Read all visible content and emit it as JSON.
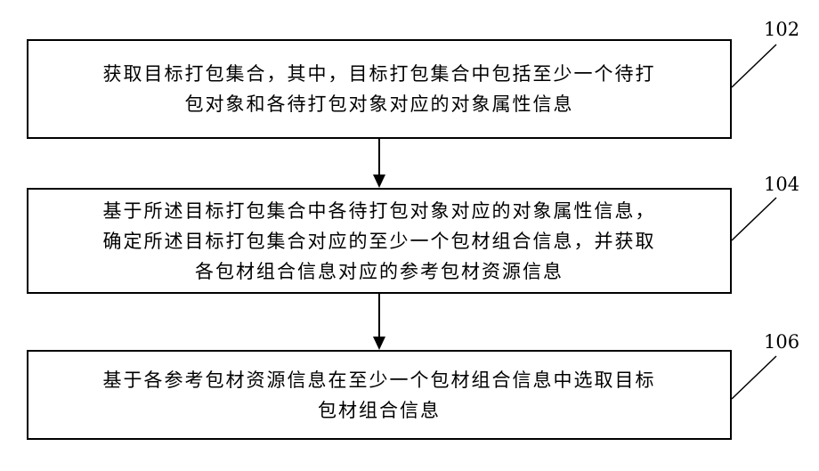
{
  "steps": [
    {
      "ref": "102",
      "lines": [
        "获取目标打包集合，其中，目标打包集合中包括至少一个待打",
        "包对象和各待打包对象对应的对象属性信息"
      ]
    },
    {
      "ref": "104",
      "lines": [
        "基于所述目标打包集合中各待打包对象对应的对象属性信息，",
        "确定所述目标打包集合对应的至少一个包材组合信息，并获取",
        "各包材组合信息对应的参考包材资源信息"
      ]
    },
    {
      "ref": "106",
      "lines": [
        "基于各参考包材资源信息在至少一个包材组合信息中选取目标",
        "包材组合信息"
      ]
    }
  ]
}
